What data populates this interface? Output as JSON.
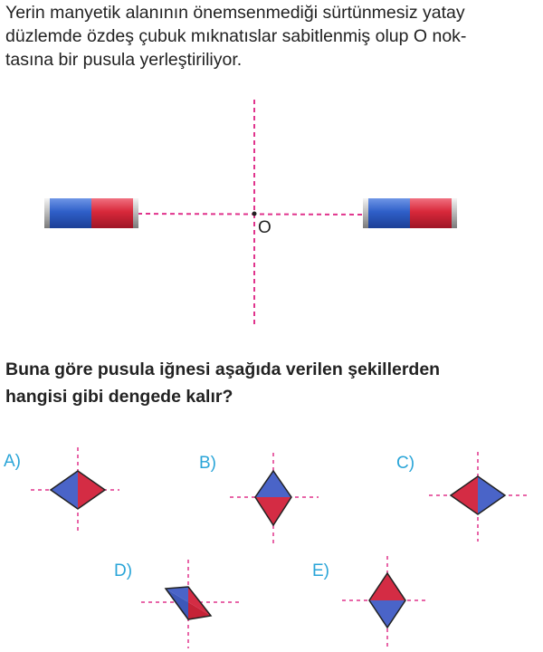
{
  "problem": {
    "intro_lines": [
      "Yerin manyetik alanının önemsenmediği sürtünmesiz yatay",
      "düzlemde özdeş çubuk mıknatıslar sabitlenmiş olup O nok-",
      "tasına bir pusula yerleştiriliyor."
    ],
    "point_label": "O",
    "question_lines": [
      "Buna göre pusula iğnesi aşağıda verilen şekillerden",
      "hangisi gibi dengede kalır?"
    ]
  },
  "options": [
    {
      "label": "A)",
      "needle": "horizontal-blue-left"
    },
    {
      "label": "B)",
      "needle": "vertical-blue-top"
    },
    {
      "label": "C)",
      "needle": "horizontal-red-left"
    },
    {
      "label": "D)",
      "needle": "tilted-blue-top"
    },
    {
      "label": "E)",
      "needle": "vertical-red-top"
    }
  ],
  "colors": {
    "magnet_blue": "#2f5fc8",
    "magnet_red": "#d8283a",
    "needle_blue": "#4a64c8",
    "needle_red": "#d42c44",
    "guide_line": "#e0338c",
    "option_label": "#2aa5d8"
  }
}
